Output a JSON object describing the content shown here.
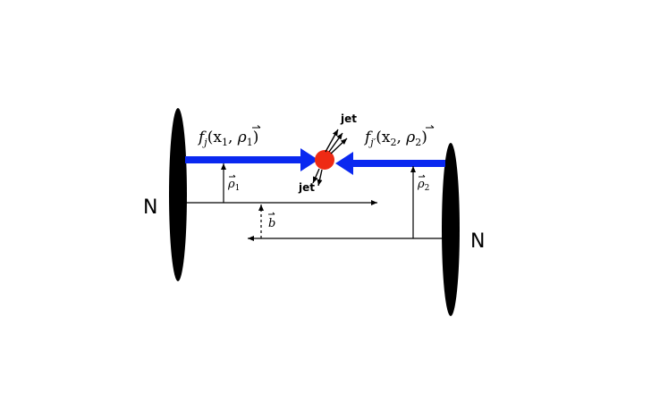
{
  "diagram": {
    "nucleus_left_label": "N",
    "nucleus_right_label": "N",
    "pdf_left": {
      "f": "f",
      "sub": "j",
      "args": "(x",
      "x_sub": "1",
      "sep": ", ",
      "rho": "ρ",
      "rho_sub": "1",
      "close": ")"
    },
    "pdf_right": {
      "f": "f",
      "sub": "j′",
      "args": "(x",
      "x_sub": "2",
      "sep": ", ",
      "rho": "ρ",
      "rho_sub": "2",
      "close": ")"
    },
    "rho1_label": {
      "sym": "ρ",
      "sub": "1"
    },
    "rho2_label": {
      "sym": "ρ",
      "sub": "2"
    },
    "b_label": "b",
    "jet_top_label": "jet",
    "jet_bottom_label": "jet",
    "colors": {
      "beam": "#0a28f0",
      "collision": "#ee2a14",
      "nucleus": "#000000",
      "line": "#000000"
    }
  }
}
